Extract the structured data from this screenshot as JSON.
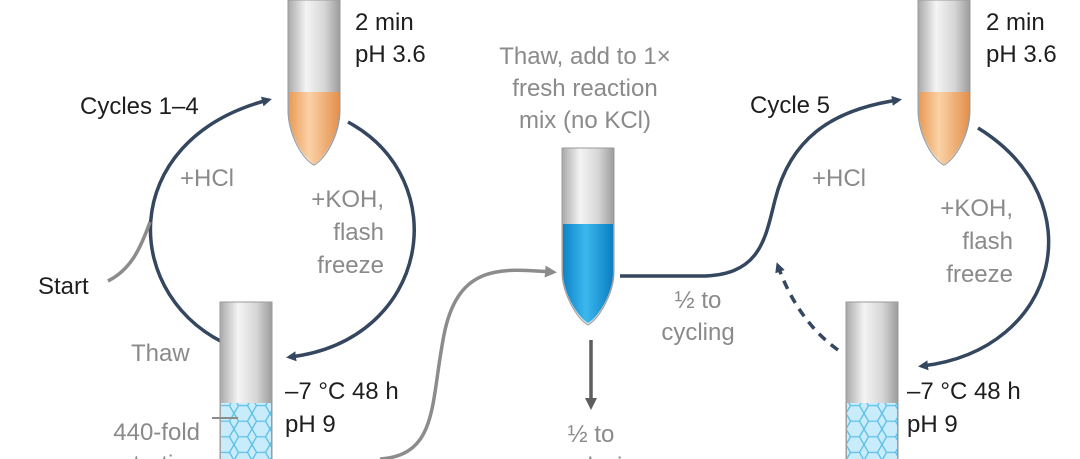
{
  "left": {
    "top_tube": {
      "time": "2 min",
      "ph": "pH 3.6"
    },
    "cycle_label": "Cycles 1–4",
    "acid_label": "+HCl",
    "base_label": [
      "+KOH,",
      "flash",
      "freeze"
    ],
    "start_label": "Start",
    "thaw_label": "Thaw",
    "bottom_tube": {
      "temp": "–7 °C 48 h",
      "ph": "pH 9"
    },
    "concentration_label": [
      "440-fold",
      "concentration"
    ]
  },
  "middle": {
    "instruction": [
      "Thaw, add to 1×",
      "fresh reaction",
      "mix (no KCl)"
    ],
    "to_cycling": [
      "½ to",
      "cycling"
    ],
    "to_analysis": [
      "½ to",
      "analysis"
    ]
  },
  "right": {
    "top_tube": {
      "time": "2 min",
      "ph": "pH 3.6"
    },
    "cycle_label": "Cycle 5",
    "acid_label": "+HCl",
    "base_label": [
      "+KOH,",
      "flash",
      "freeze"
    ],
    "bottom_tube": {
      "temp": "–7 °C 48 h",
      "ph": "pH 9"
    }
  },
  "colors": {
    "arrow_dark": "#34475f",
    "arrow_grey": "#8c8c8c",
    "acid_liquid": "#f4b57a",
    "blue_liquid": "#1f9fdd",
    "ice": "#bfe7f7",
    "tube_grey": "#d2d2d2"
  }
}
